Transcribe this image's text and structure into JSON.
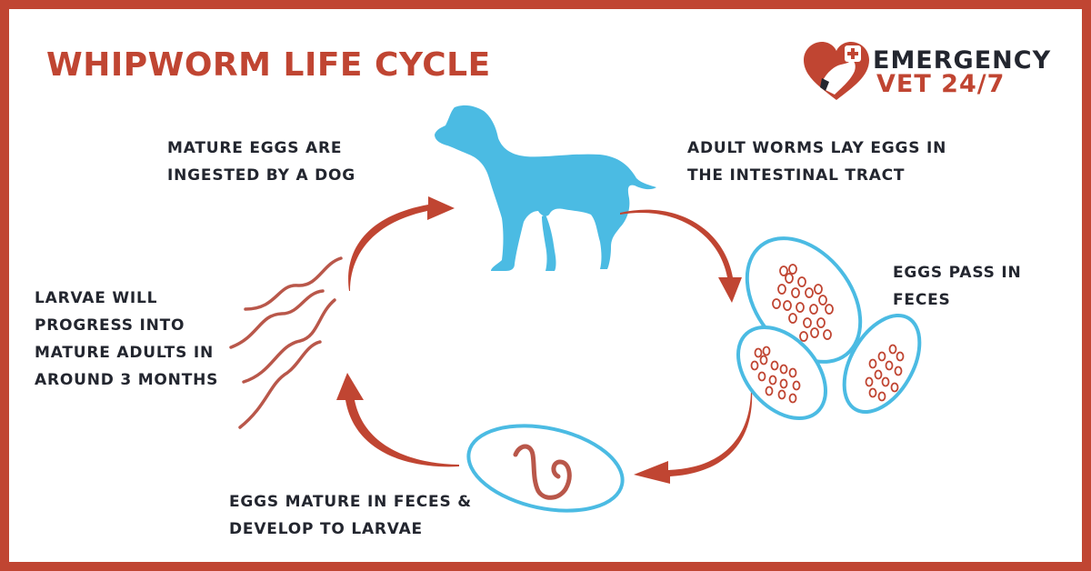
{
  "title": "WHIPWORM LIFE CYCLE",
  "logo": {
    "line1": "EMERGENCY",
    "line2": "VET 24/7",
    "icon": "heart-dog-cross-icon"
  },
  "colors": {
    "accent_red": "#c04532",
    "dog_blue": "#4bbbe3",
    "text_dark": "#23262f",
    "worm_red": "#b9574a"
  },
  "steps": [
    {
      "id": "ingest",
      "lines": [
        "MATURE EGGS ARE",
        "INGESTED BY A DOG"
      ]
    },
    {
      "id": "lay",
      "lines": [
        "ADULT WORMS LAY EGGS IN",
        "THE INTESTINAL TRACT"
      ]
    },
    {
      "id": "pass",
      "lines": [
        "EGGS PASS IN",
        "FECES"
      ]
    },
    {
      "id": "mature",
      "lines": [
        "EGGS MATURE IN FECES &",
        "DEVELOP TO LARVAE"
      ]
    },
    {
      "id": "larvae",
      "lines": [
        "LARVAE WILL",
        "PROGRESS INTO",
        "MATURE ADULTS IN",
        "AROUND 3 MONTHS"
      ]
    }
  ],
  "illustrations": [
    "dog-silhouette-icon",
    "egg-cluster-icon",
    "larva-in-egg-icon",
    "larvae-worms-icon",
    "cycle-arrow-icon"
  ]
}
